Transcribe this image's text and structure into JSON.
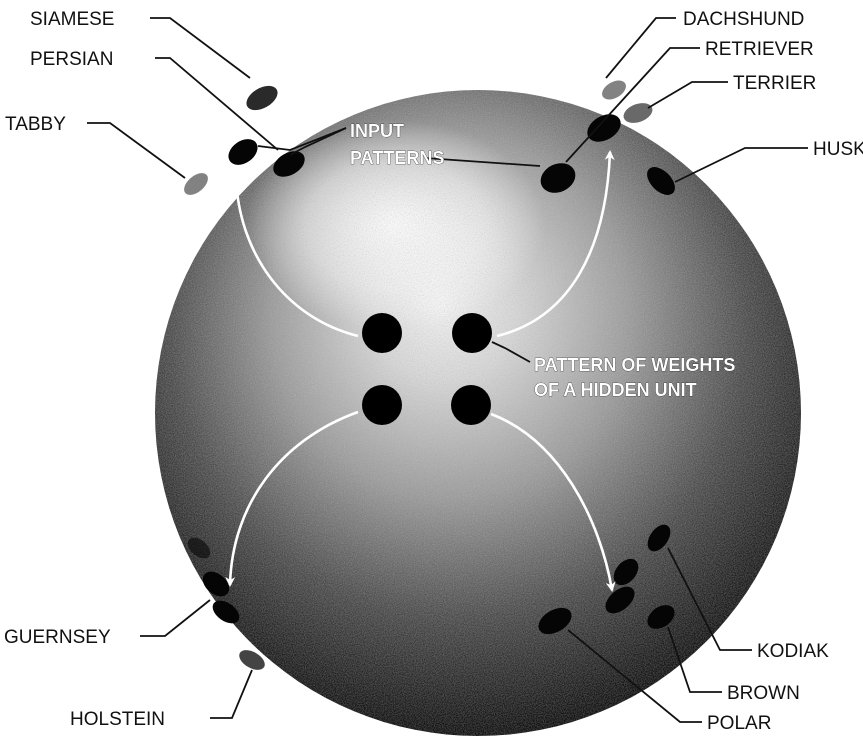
{
  "labels": {
    "siamese": "SIAMESE",
    "persian": "PERSIAN",
    "tabby": "TABBY",
    "dachshund": "DACHSHUND",
    "retriever": "RETRIEVER",
    "terrier": "TERRIER",
    "husky": "HUSKY",
    "guernsey": "GUERNSEY",
    "holstein": "HOLSTEIN",
    "kodiak": "KODIAK",
    "brown": "BROWN",
    "polar": "POLAR"
  },
  "annotations": {
    "input_patterns": [
      "INPUT",
      "PATTERNS"
    ],
    "hidden_unit_weights": [
      "PATTERN OF WEIGHTS",
      "OF A HIDDEN UNIT"
    ]
  },
  "colors": {
    "sphere_light": "#f4f4f4",
    "sphere_dark": "#0e0e0e",
    "pattern_spot": "#050505",
    "weight_dot": "#000000",
    "label_text": "#111111",
    "arrow": "#ffffff"
  }
}
